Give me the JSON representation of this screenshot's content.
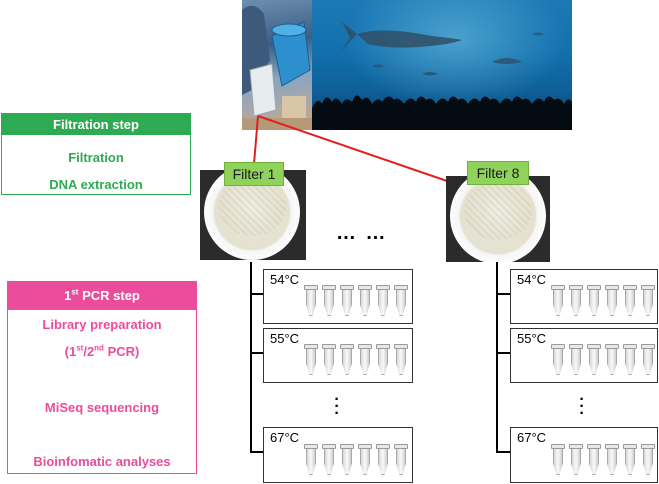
{
  "filtration_box": {
    "title": "Filtration step",
    "lines": [
      "Filtration",
      "DNA extraction"
    ]
  },
  "pcr_box": {
    "title_sup": "st",
    "title_pre": "1",
    "title_post": " PCR step",
    "line1": "Library preparation",
    "line2_a": "(1",
    "line2_sup1": "st",
    "line2_b": "/2",
    "line2_sup2": "nd",
    "line2_c": " PCR)",
    "line3": "MiSeq sequencing",
    "line4": "Bioinfomatic analyses"
  },
  "filters": [
    {
      "label": "Filter 1"
    },
    {
      "label": "Filter 8"
    }
  ],
  "between_filters": "…  …",
  "temperatures": [
    "54°C",
    "55°C",
    "67°C"
  ],
  "tube_count_per_box": 6,
  "colors": {
    "green": "#2eaa52",
    "pink": "#ec4c9c",
    "filter_label": "#8fd35a",
    "connector_red": "#e02020"
  }
}
